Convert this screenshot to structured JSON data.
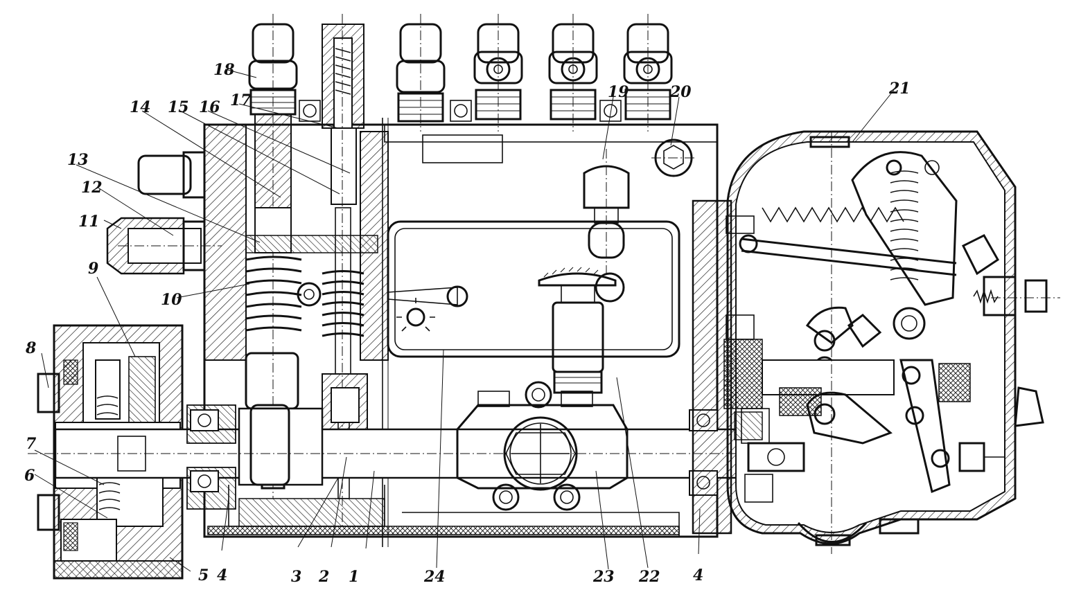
{
  "diagram": {
    "labels": [
      "1",
      "2",
      "3",
      "4",
      "5",
      "6",
      "7",
      "8",
      "9",
      "10",
      "11",
      "12",
      "13",
      "14",
      "15",
      "16",
      "17",
      "18",
      "19",
      "20",
      "21",
      "22",
      "23",
      "24",
      "4"
    ]
  }
}
